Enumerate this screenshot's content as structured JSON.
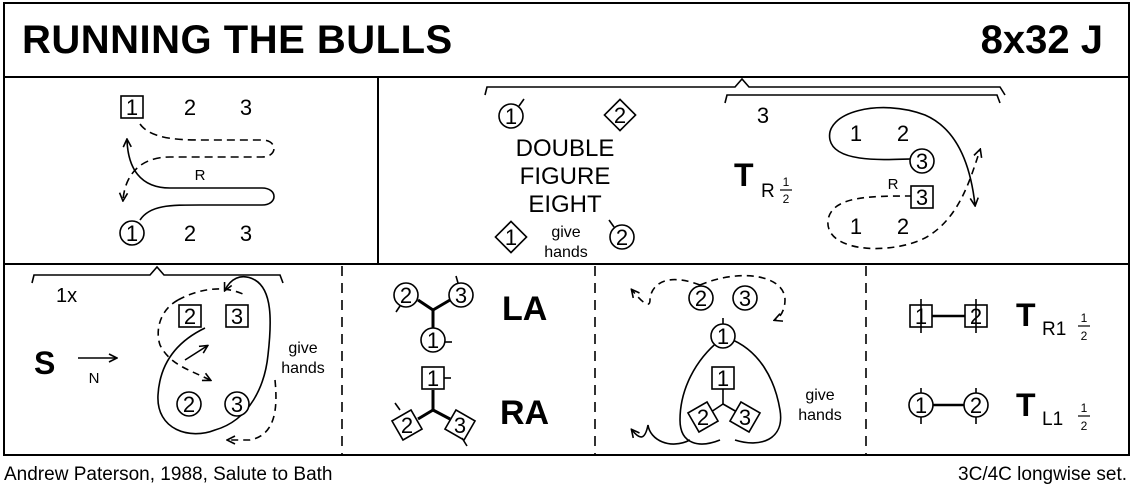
{
  "header": {
    "title": "RUNNING THE BULLS",
    "formation": "8x32 J"
  },
  "footer": {
    "credit": "Andrew Paterson, 1988, Salute to Bath",
    "set_type": "3C/4C longwise set."
  },
  "bar1": {
    "top_labels": [
      "1",
      "2",
      "3"
    ],
    "bottom_labels": [
      "1",
      "2",
      "3"
    ],
    "shoulder": "R"
  },
  "bar2": {
    "figure_lines": [
      "DOUBLE",
      "FIGURE",
      "EIGHT"
    ],
    "give_hands": [
      "give",
      "hands"
    ],
    "numbers": [
      "1",
      "2",
      "1",
      "2"
    ],
    "count": "3",
    "turn_letter": "T",
    "turn_sub": "R",
    "turn_frac_num": "1",
    "turn_frac_den": "2",
    "pos_top": [
      "1",
      "2"
    ],
    "pos_bottom": [
      "1",
      "2"
    ],
    "circle_3": "3",
    "square_3": "3",
    "shoulder": "R"
  },
  "bar3": {
    "count": "1x",
    "setting": "S",
    "direction": "N",
    "give_hands": [
      "give",
      "hands"
    ],
    "squares": [
      "2",
      "3"
    ],
    "circles": [
      "2",
      "3"
    ]
  },
  "bar4": {
    "la_label": "LA",
    "ra_label": "RA",
    "la_nums": [
      "2",
      "3",
      "1"
    ],
    "ra_nums": [
      "1",
      "2",
      "3"
    ]
  },
  "bar5": {
    "give_hands": [
      "give",
      "hands"
    ],
    "top_nums": [
      "2",
      "3",
      "1"
    ],
    "bottom_nums": [
      "1",
      "2",
      "3"
    ]
  },
  "bar6": {
    "top_nums": [
      "1",
      "2"
    ],
    "bottom_nums": [
      "1",
      "2"
    ],
    "turn_letter": "T",
    "top_sub": "R1",
    "bottom_sub": "L1",
    "frac_num": "1",
    "frac_den": "2"
  }
}
